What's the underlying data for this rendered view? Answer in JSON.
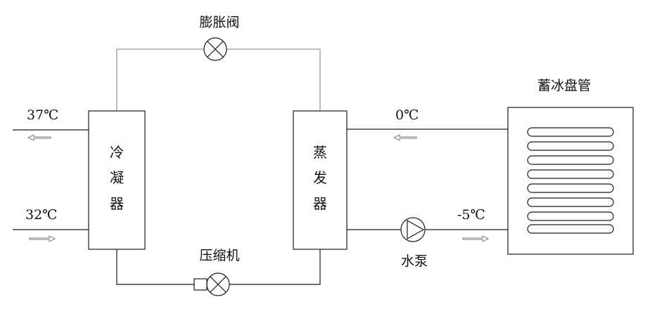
{
  "labels": {
    "expansion_valve": "膨胀阀",
    "compressor": "压缩机",
    "water_pump": "水泵",
    "ice_coil": "蓄冰盘管",
    "condenser": [
      "冷",
      "凝",
      "器"
    ],
    "evaporator": [
      "蒸",
      "发",
      "器"
    ]
  },
  "temperatures": {
    "condenser_out": "37℃",
    "condenser_in": "32℃",
    "evaporator_supply": "0℃",
    "coil_return": "-5℃"
  }
}
